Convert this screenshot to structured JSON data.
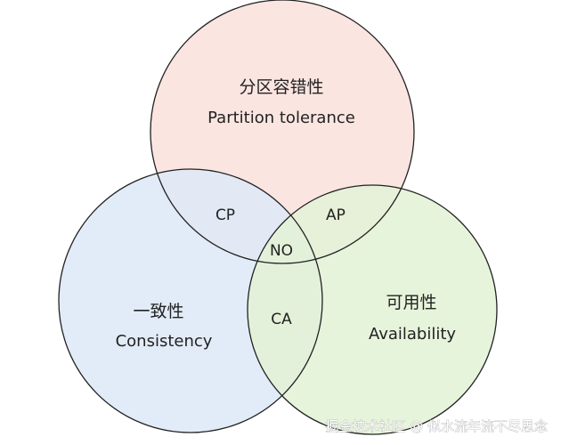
{
  "diagram": {
    "sets": [
      {
        "id": "partition",
        "label_zh": "分区容错性",
        "label_en": "Partition tolerance",
        "fill": "#f9e1dc"
      },
      {
        "id": "consistency",
        "label_zh": "一致性",
        "label_en": "Consistency",
        "fill": "#dde9f7"
      },
      {
        "id": "availability",
        "label_zh": "可用性",
        "label_en": "Availability",
        "fill": "#e3f2d6"
      }
    ],
    "intersections": {
      "cp": "CP",
      "ap": "AP",
      "ca": "CA",
      "center": "NO"
    },
    "stroke_color": "#222222"
  },
  "watermark": "掘金技术社区 @ 似水流年流不尽思念"
}
